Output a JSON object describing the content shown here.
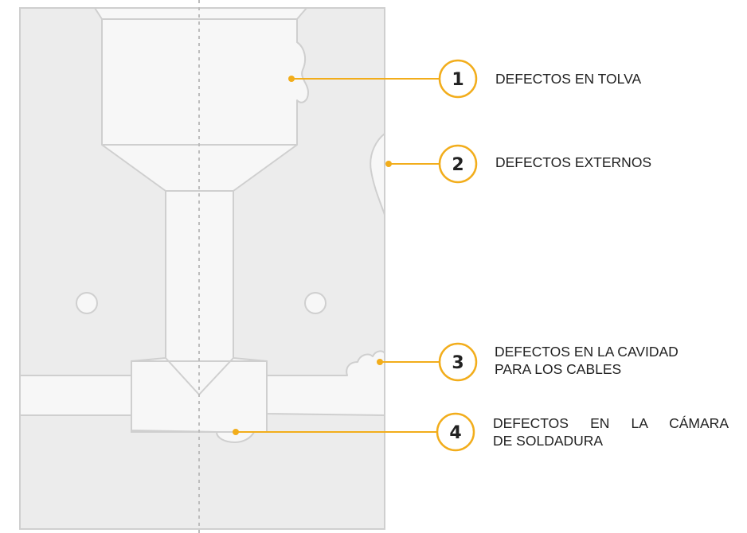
{
  "callouts": [
    {
      "number": "1",
      "lines": [
        "DEFECTOS EN TOLVA"
      ]
    },
    {
      "number": "2",
      "lines": [
        "DEFECTOS EXTERNOS"
      ]
    },
    {
      "number": "3",
      "lines": [
        "DEFECTOS EN LA CAVIDAD",
        "PARA LOS CABLES"
      ]
    },
    {
      "number": "4",
      "lines": [
        "DEFECTOS EN LA CÁMARA",
        "DE SOLDADURA"
      ]
    }
  ],
  "colors": {
    "accent": "#f2ad1b",
    "mold": "#ececec",
    "cavity": "#f7f7f7",
    "outline": "#cfcfcf"
  }
}
